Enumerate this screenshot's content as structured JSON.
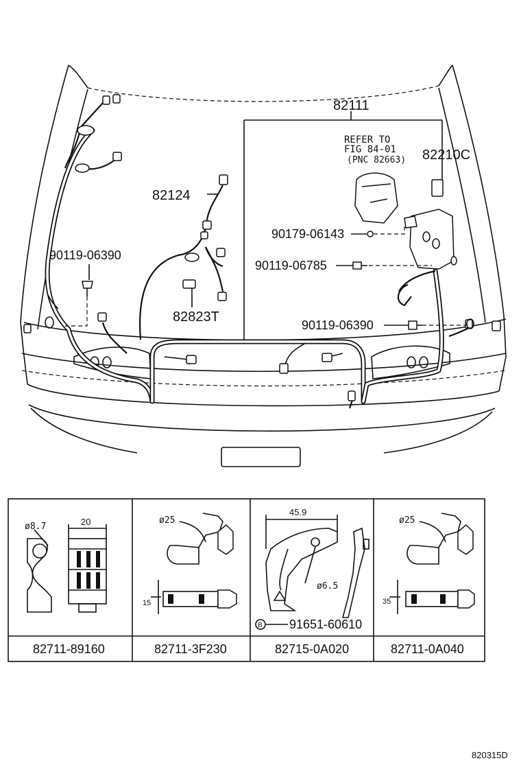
{
  "labels": {
    "harness_main": "82111",
    "refer_line1": "REFER TO",
    "refer_line2": "FIG 84-01",
    "refer_line3": "(PNC 82663)",
    "relay_block": "82210C",
    "sub_harness": "82124",
    "clamp_part": "82823T",
    "bolt_left": "90119-06390",
    "nut": "90179-06143",
    "bolt_mid": "90119-06785",
    "bolt_right": "90119-06390"
  },
  "clamps": [
    {
      "part_no": "82711-89160",
      "dim_dia": "ø8.7",
      "dim_width": "20"
    },
    {
      "part_no": "82711-3F230",
      "dim_dia": "ø25",
      "dim_height": "15"
    },
    {
      "part_no": "82715-0A020",
      "dim_width": "45.9",
      "dim_dia": "ø6.5",
      "sub_marker": "B",
      "sub_part": "91651-60610"
    },
    {
      "part_no": "82711-0A040",
      "dim_dia": "ø25",
      "dim_height": "35"
    }
  ],
  "figure_id": "820315D"
}
